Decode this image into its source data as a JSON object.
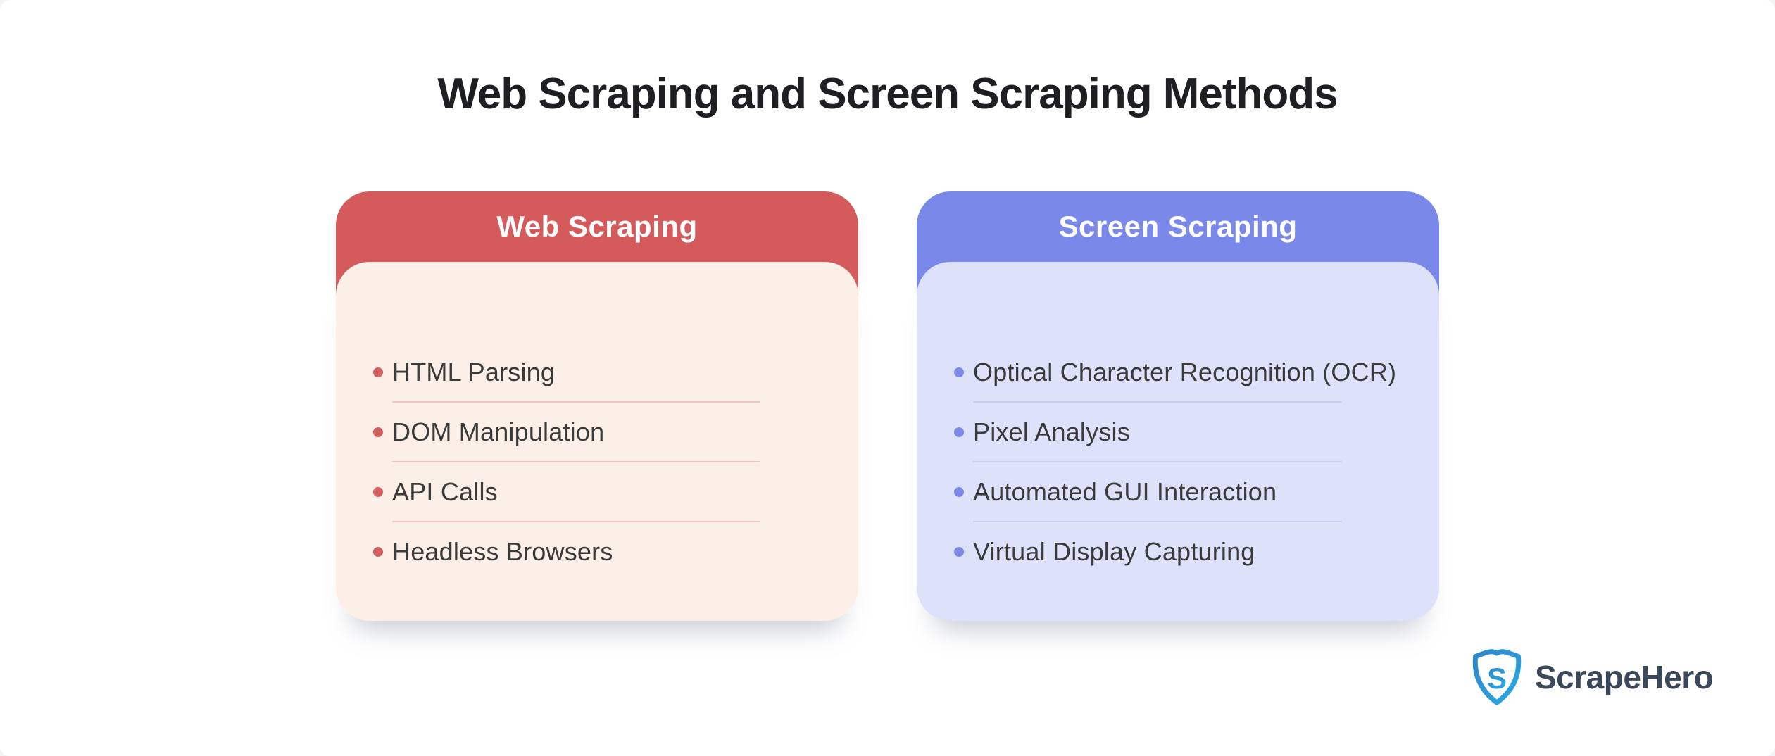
{
  "page": {
    "title": "Web Scraping and Screen Scraping Methods",
    "background_color": "#FFFFFF",
    "title_color": "#1E1F23"
  },
  "cards": [
    {
      "title": "Web Scraping",
      "items": [
        "HTML Parsing",
        "DOM Manipulation",
        "API Calls",
        "Headless Browsers"
      ],
      "colors": {
        "header": "#D45A5C",
        "body": "#FCEFE7",
        "bullet": "#D15F5F",
        "divider": "#EEC6BB"
      }
    },
    {
      "title": "Screen Scraping",
      "items": [
        "Optical Character Recognition (OCR)",
        "Pixel Analysis",
        "Automated GUI Interaction",
        "Virtual Display Capturing"
      ],
      "colors": {
        "header": "#7A88E9",
        "body": "#DDE1FA",
        "bullet": "#7C89E8",
        "divider": "#C6CCF2"
      }
    }
  ],
  "logo": {
    "text": "ScrapeHero",
    "text_color": "#3B4859",
    "shield_color_top": "#2E86C9",
    "shield_color_bottom": "#29ABE3",
    "icons": {
      "shield": "shield-with-s-monogram",
      "bullet": "round-dot"
    }
  }
}
